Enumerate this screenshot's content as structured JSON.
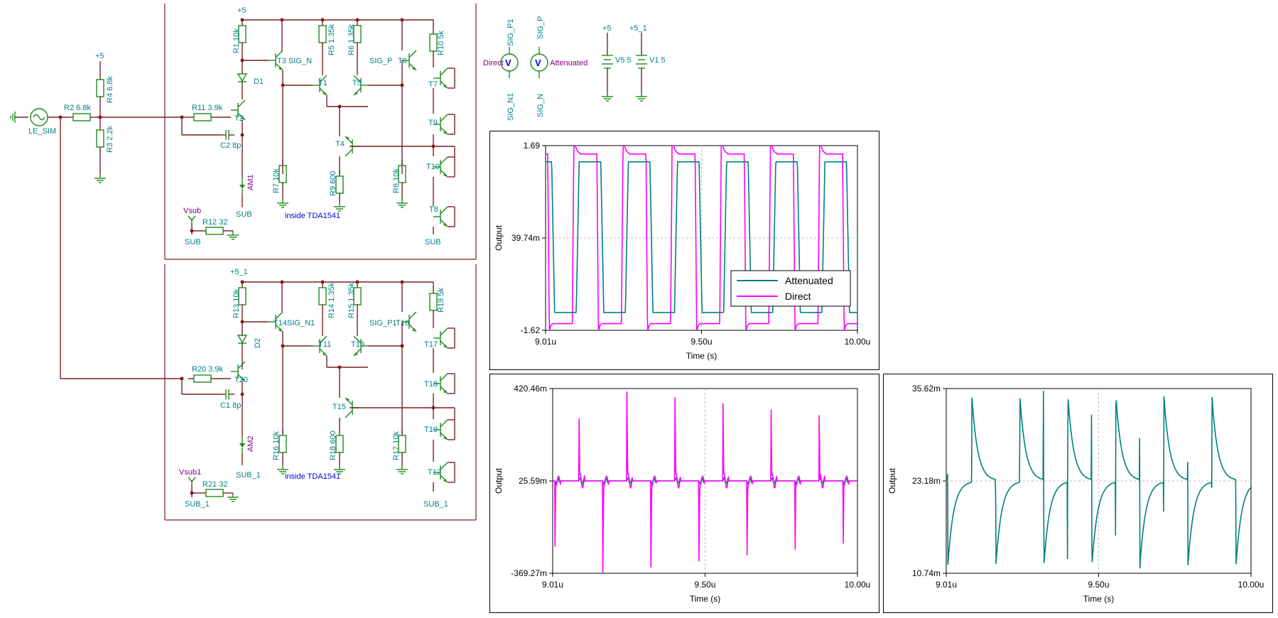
{
  "schematic": {
    "source": "LE_SIM",
    "labels": {
      "vsub": "Vsub",
      "sub": "SUB",
      "vsub1": "Vsub1",
      "sub_1": "SUB_1",
      "plus5": "+5",
      "plus5_1": "+5_1",
      "inside": "inside TDA1541",
      "direct": "Direct",
      "attenuated": "Attenuated",
      "sig_p1": "SIG_P1",
      "sig_p": "SIG_P",
      "sig_n1": "SIG_N1",
      "sig_n": "SIG_N",
      "am1": "AM1",
      "am2": "AM2"
    },
    "components": {
      "R2": "R2 6.8k",
      "R4": "R4 6.8k",
      "R3": "R3 2.2k",
      "R11": "R11 3.9k",
      "C2": "C2 8p",
      "R12": "R12 32",
      "R1": "R1 10k",
      "R5": "R5 1.35k",
      "R6": "R6 1.35k",
      "R10": "R10 5k",
      "R7": "R7 10k",
      "R9": "R9 600",
      "R8": "R8 10k",
      "R20": "R20 3.9k",
      "C1": "C1 8p",
      "R21": "R21 32",
      "R13": "R13 10k",
      "R14": "R14 1.35k",
      "R15": "R15 1.35k",
      "R19": "R19 5k",
      "R16": "R16 10k",
      "R18": "R18 600",
      "R17": "R17 10k",
      "V5": "V5 5",
      "V1": "V1 5",
      "D1": "D1",
      "D2": "D2",
      "T1": "T1",
      "T2": "T2",
      "T3": "T3",
      "T4": "T4",
      "T5": "T5",
      "T6": "T6",
      "T7": "T7",
      "T8": "T8",
      "T9": "T9",
      "T10": "T10",
      "T11": "T11",
      "T12": "T12",
      "T13": "T13",
      "T14": "T14",
      "T15": "T15",
      "T16": "T16",
      "T17": "T17",
      "T18": "T18",
      "T19": "T19",
      "T20": "T20"
    },
    "meters": [
      "V",
      "V"
    ]
  },
  "chart_data": [
    {
      "type": "line",
      "xlabel": "Time (s)",
      "ylabel": "Output",
      "xlim": [
        9.01e-06,
        1e-05
      ],
      "ylim": [
        -1.62,
        1.69
      ],
      "x_ticks": [
        "9.01u",
        "9.50u",
        "10.00u"
      ],
      "y_ticks": [
        "1.69",
        "39.74m",
        "-1.62"
      ],
      "grid": "dashed center lines",
      "legend": "bottom-right",
      "period_us": 0.156,
      "series": [
        {
          "name": "Attenuated",
          "color": "#008080",
          "shape": "square wave, slower edges, lagging",
          "high": 1.4,
          "low": -1.3
        },
        {
          "name": "Direct",
          "color": "#ff00ff",
          "shape": "square wave with overshoot on rising edge",
          "high": 1.69,
          "low": -1.5
        }
      ]
    },
    {
      "type": "line",
      "xlabel": "Time (s)",
      "ylabel": "Output",
      "xlim": [
        9.01e-06,
        1e-05
      ],
      "ylim": [
        -0.36927,
        0.42046
      ],
      "x_ticks": [
        "9.01u",
        "9.50u",
        "10.00u"
      ],
      "y_ticks": [
        "420.46m",
        "25.59m",
        "-369.27m"
      ],
      "grid": "dashed center lines",
      "series": [
        {
          "color": "#ff00ff",
          "shape": "spikes at square-wave edges",
          "baseline": 0.02559,
          "peak_high": 0.42046,
          "peak_low": -0.36927
        },
        {
          "color": "#008080",
          "shape": "near-flat with small ripples",
          "baseline": 0.02559
        }
      ]
    },
    {
      "type": "line",
      "xlabel": "Time (s)",
      "ylabel": "Output",
      "xlim": [
        9.01e-06,
        1e-05
      ],
      "ylim": [
        0.01074,
        0.03562
      ],
      "x_ticks": [
        "9.01u",
        "9.50u",
        "10.00u"
      ],
      "y_ticks": [
        "35.62m",
        "23.18m",
        "10.74m"
      ],
      "grid": "dashed center lines",
      "series": [
        {
          "color": "#008080",
          "shape": "exponential-decay sawtooth at edges",
          "baseline": 0.02318,
          "peak_high": 0.03562,
          "peak_low": 0.01074
        }
      ]
    }
  ]
}
